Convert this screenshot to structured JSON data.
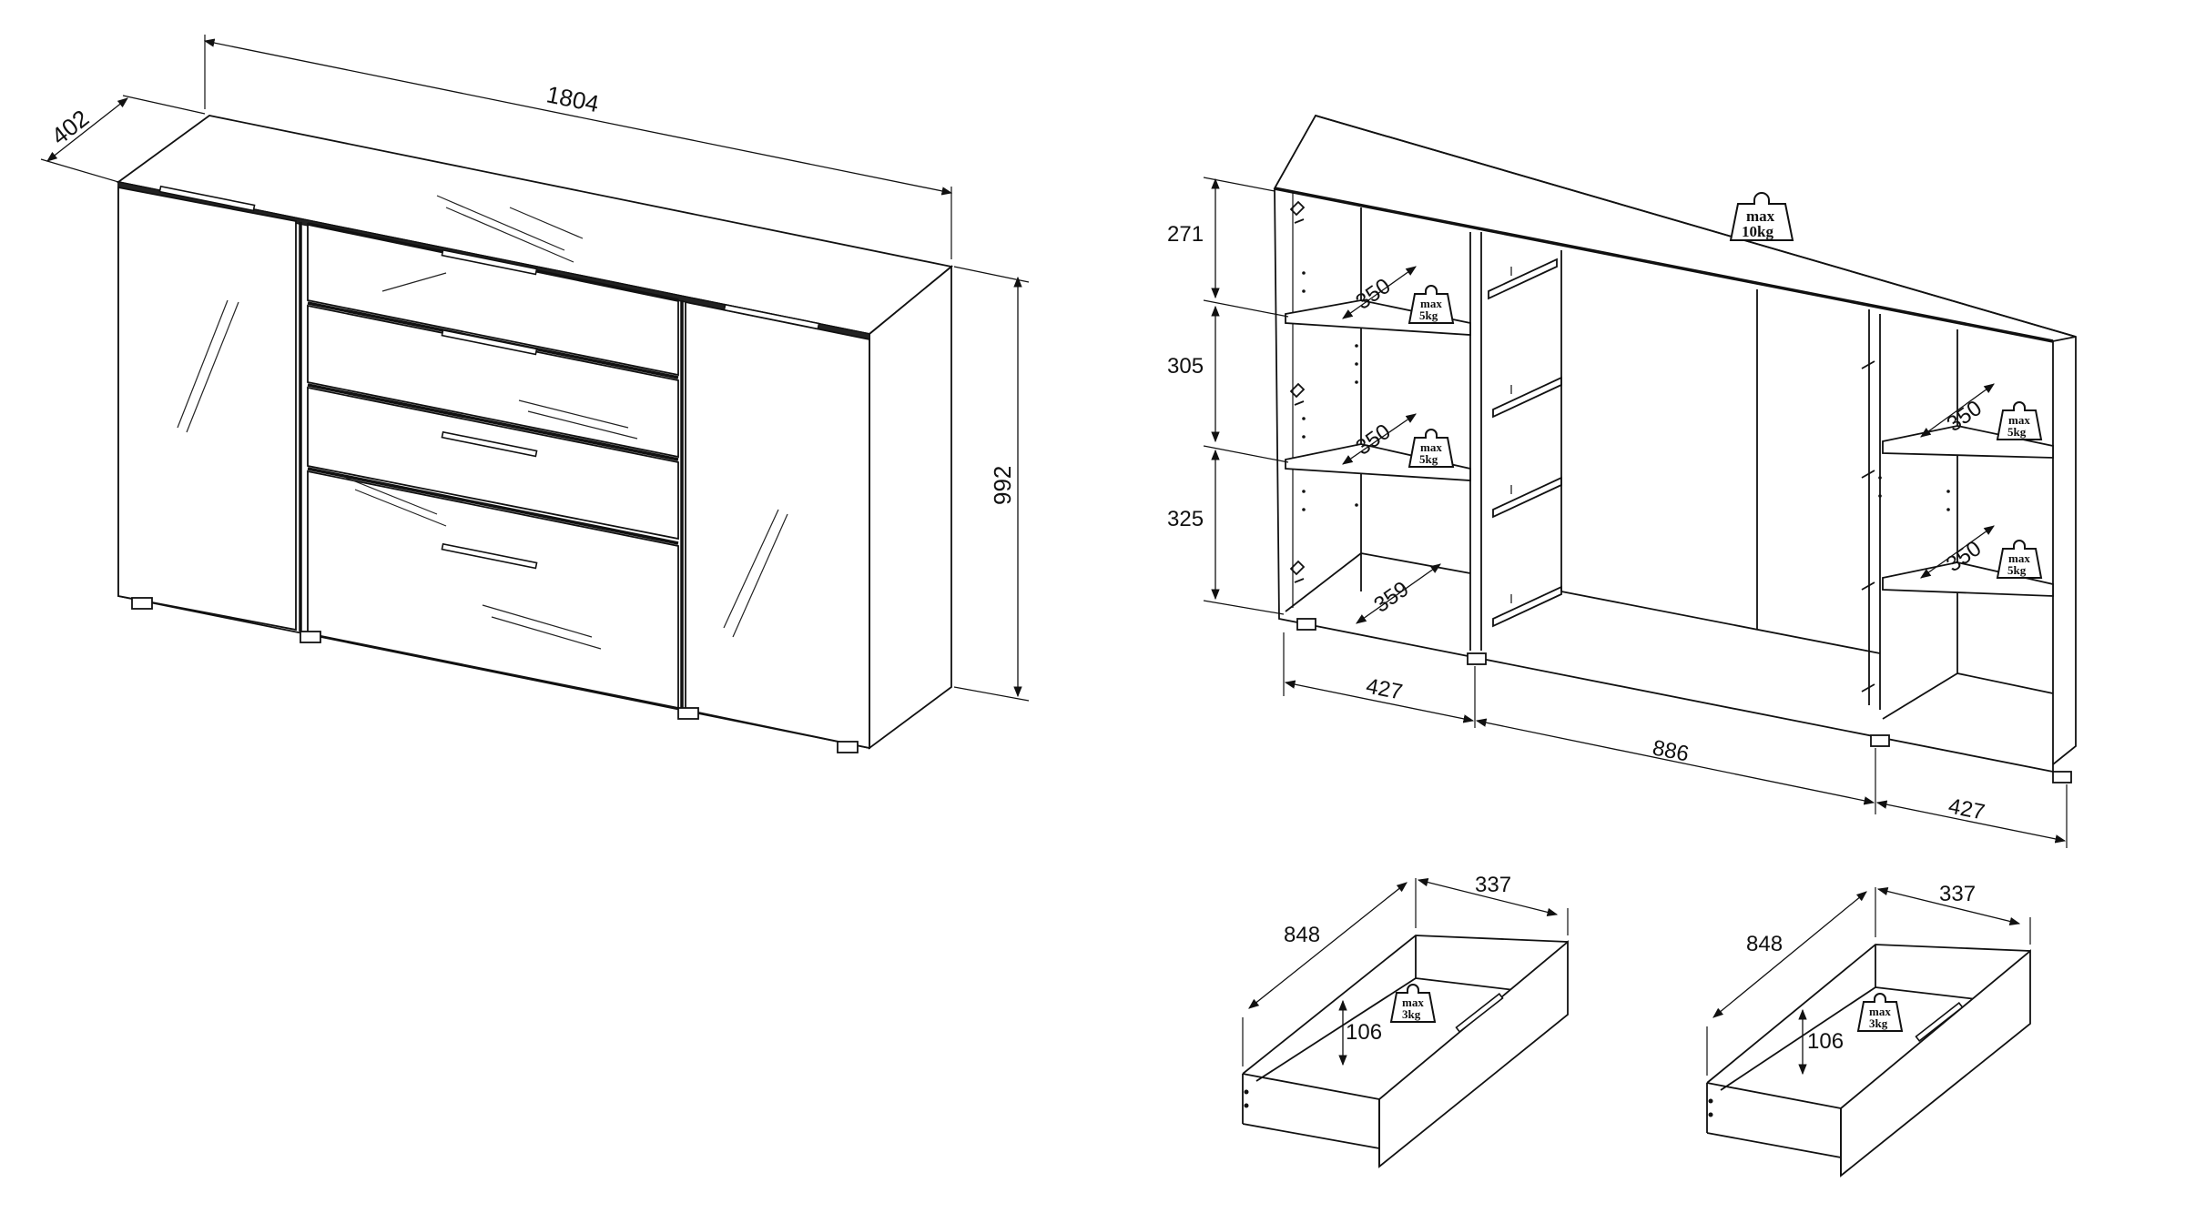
{
  "overall": {
    "width": "1804",
    "depth": "402",
    "height": "992"
  },
  "interior": {
    "compartment_heights": [
      "271",
      "305",
      "325"
    ],
    "left_shelf_depths": [
      "350",
      "350"
    ],
    "left_bottom_depth": "359",
    "right_shelf_depths": [
      "350",
      "350"
    ],
    "bottom_widths": [
      "427",
      "886",
      "427"
    ],
    "loads": {
      "top": {
        "line1": "max",
        "line2": "10kg"
      },
      "left_shelf_1": {
        "line1": "max",
        "line2": "5kg"
      },
      "left_shelf_2": {
        "line1": "max",
        "line2": "5kg"
      },
      "right_shelf_1": {
        "line1": "max",
        "line2": "5kg"
      },
      "right_shelf_2": {
        "line1": "max",
        "line2": "5kg"
      }
    }
  },
  "drawers": [
    {
      "length": "848",
      "width": "337",
      "height": "106",
      "load_line1": "max",
      "load_line2": "3kg"
    },
    {
      "length": "848",
      "width": "337",
      "height": "106",
      "load_line1": "max",
      "load_line2": "3kg"
    }
  ]
}
